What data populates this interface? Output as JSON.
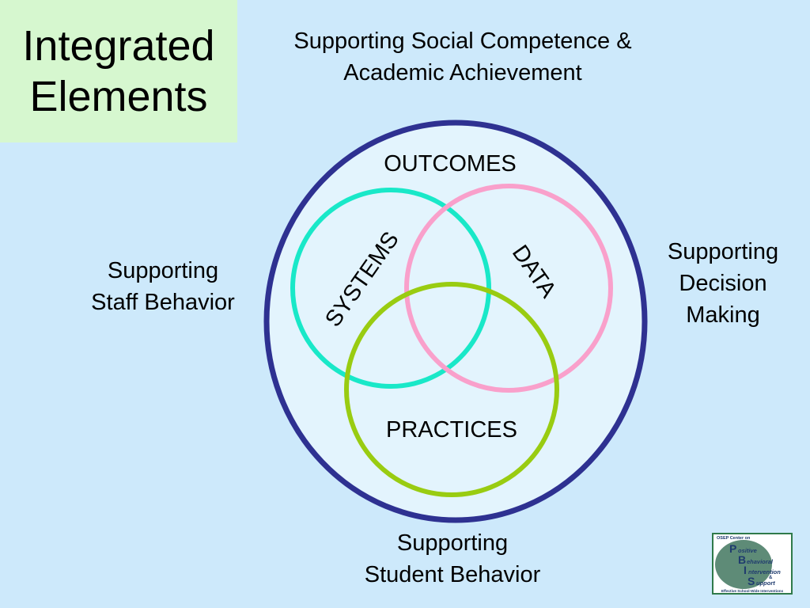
{
  "slide": {
    "background": "#cde9fb",
    "title": {
      "line1": "Integrated",
      "line2": "Elements",
      "background": "#d6f7cf"
    }
  },
  "labels": {
    "top": {
      "line1": "Supporting Social Competence &",
      "line2": "Academic Achievement"
    },
    "left": {
      "line1": "Supporting",
      "line2": "Staff Behavior"
    },
    "right": {
      "line1": "Supporting",
      "line2": "Decision",
      "line3": "Making"
    },
    "bottom": {
      "line1": "Supporting",
      "line2": "Student Behavior"
    }
  },
  "diagram": {
    "outer": {
      "label": "OUTCOMES",
      "stroke": "#2e3191",
      "fill": "#e3f4fd"
    },
    "circles": {
      "systems": {
        "label": "SYSTEMS",
        "color": "#19e8c8"
      },
      "data": {
        "label": "DATA",
        "color": "#f9a0cb"
      },
      "practices": {
        "label": "PRACTICES",
        "color": "#99cc11"
      }
    }
  },
  "logo": {
    "header": "OSEP Center on",
    "line_p": "ositive",
    "line_b": "ehavioral",
    "line_i": "ntervention",
    "amp": "&",
    "line_s": "upport",
    "footer": "Effective School-Wide Interventions",
    "letter_p": "P",
    "letter_b": "B",
    "letter_i": "I",
    "letter_s": "S",
    "colors": {
      "frame": "#2f7a4a",
      "disc": "#5e8b77",
      "ink": "#1f3b6e"
    }
  }
}
